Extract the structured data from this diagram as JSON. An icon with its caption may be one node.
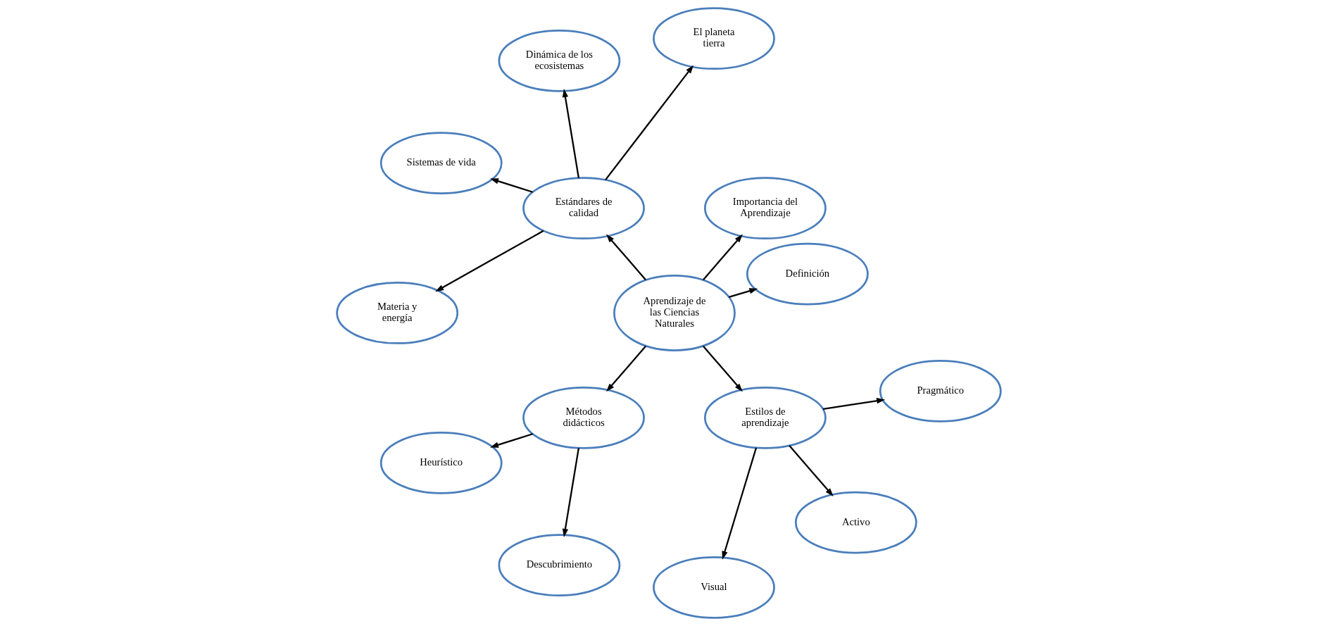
{
  "diagram": {
    "nodes": [
      {
        "text": [
          "Aprendizaje de las Ciencias Naturales"
        ]
      },
      {
        "text": [
          "Definición"
        ]
      },
      {
        "text": [
          "Importancia del Aprendizaje"
        ]
      },
      {
        "text": [
          "Estándares de calidad"
        ]
      },
      {
        "text": [
          "El planeta tierra"
        ]
      },
      {
        "text": [
          "Dinámica de los ecosistemas"
        ]
      },
      {
        "text": [
          "Sistemas de vida"
        ]
      },
      {
        "text": [
          "Materia y energía"
        ]
      },
      {
        "text": [
          "Métodos didácticos"
        ]
      },
      {
        "text": [
          "Heurístico"
        ]
      },
      {
        "text": [
          "Descubrimiento"
        ]
      },
      {
        "text": [
          "Estilos de aprendizaje"
        ]
      },
      {
        "text": [
          "Visual"
        ]
      },
      {
        "text": [
          "Activo"
        ]
      },
      {
        "text": [
          "Pragmático"
        ]
      }
    ],
    "edges": [
      {
        "from": 0,
        "to": 1,
        "arrow": "to"
      },
      {
        "from": 0,
        "to": 2,
        "arrow": "to"
      },
      {
        "from": 0,
        "to": 3,
        "arrow": "to"
      },
      {
        "from": 0,
        "to": 8,
        "arrow": "to"
      },
      {
        "from": 0,
        "to": 11,
        "arrow": "to"
      },
      {
        "from": 3,
        "to": 4,
        "arrow": "to"
      },
      {
        "from": 3,
        "to": 5,
        "arrow": "to"
      },
      {
        "from": 3,
        "to": 6,
        "arrow": "to"
      },
      {
        "from": 3,
        "to": 7,
        "arrow": "to"
      },
      {
        "from": 8,
        "to": 9,
        "arrow": "to"
      },
      {
        "from": 8,
        "to": 10,
        "arrow": "to"
      },
      {
        "from": 11,
        "to": 12,
        "arrow": "to"
      },
      {
        "from": 11,
        "to": 13,
        "arrow": "to"
      },
      {
        "from": 11,
        "to": 14,
        "arrow": "to"
      }
    ]
  }
}
